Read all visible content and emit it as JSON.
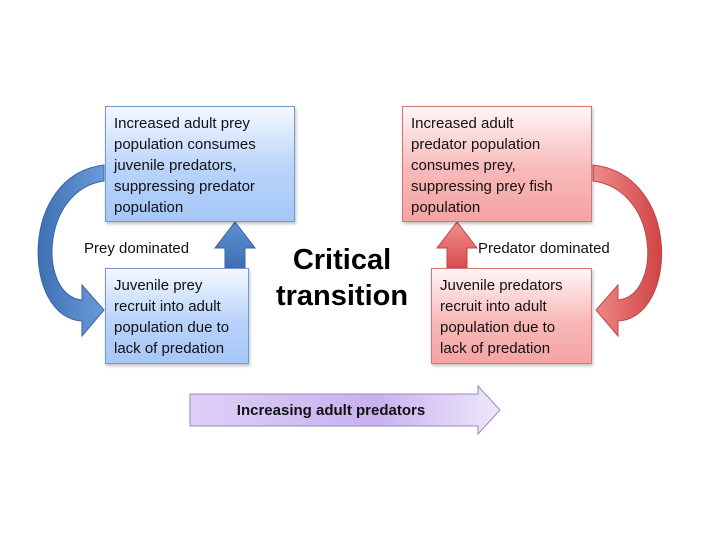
{
  "prey_regime": {
    "top_box": "Increased adult prey\npopulation consumes\njuvenile predators,\nsuppressing predator\npopulation",
    "bottom_box": "Juvenile prey\nrecruit into adult\npopulation due to\nlack of predation",
    "label": "Prey dominated",
    "color": "#4a7ec2"
  },
  "predator_regime": {
    "top_box": "Increased adult\npredator population\nconsumes prey,\nsuppressing prey fish\npopulation",
    "bottom_box": "Juvenile predators\nrecruit into adult\npopulation due to\nlack of predation",
    "label": "Predator dominated",
    "color": "#e05454"
  },
  "center_title": "Critical\ntransition",
  "gradient_arrow": {
    "label": "Increasing adult predators",
    "color": "#c9b3ee"
  }
}
